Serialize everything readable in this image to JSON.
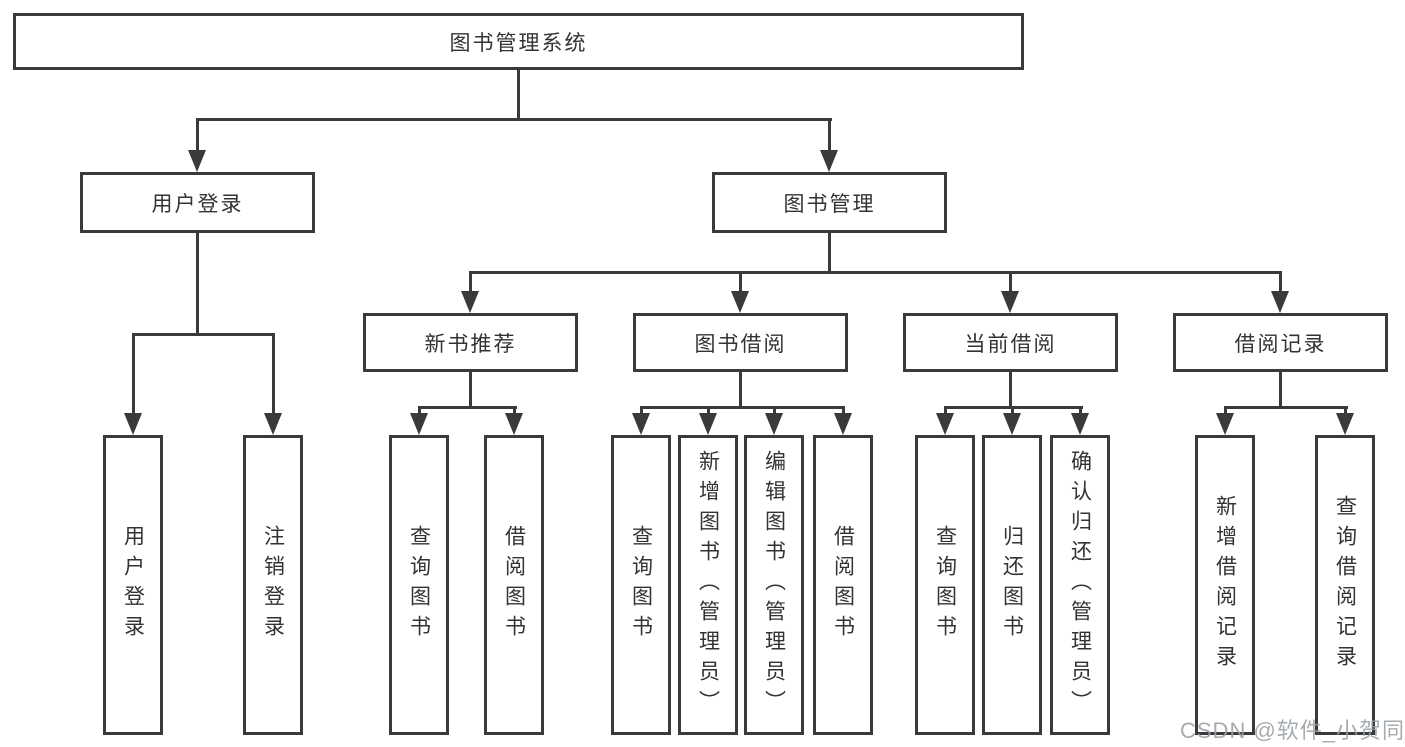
{
  "root": {
    "label": "图书管理系统"
  },
  "level1": {
    "user_login": {
      "label": "用户登录"
    },
    "book_management": {
      "label": "图书管理"
    }
  },
  "level2": {
    "new_book_recommend": {
      "label": "新书推荐"
    },
    "book_borrow": {
      "label": "图书借阅"
    },
    "current_borrow": {
      "label": "当前借阅"
    },
    "borrow_records": {
      "label": "借阅记录"
    }
  },
  "leaves": {
    "user_login_login": {
      "label": "用户登录"
    },
    "user_login_logout": {
      "label": "注销登录"
    },
    "recommend_query_books": {
      "label": "查询图书"
    },
    "recommend_borrow_books": {
      "label": "借阅图书"
    },
    "borrow_query_books": {
      "label": "查询图书"
    },
    "borrow_add_books": {
      "label": "新增图书（管理员）"
    },
    "borrow_edit_books": {
      "label": "编辑图书（管理员）"
    },
    "borrow_borrow_books": {
      "label": "借阅图书"
    },
    "current_query_books": {
      "label": "查询图书"
    },
    "current_return_books": {
      "label": "归还图书"
    },
    "current_confirm_return": {
      "label": "确认归还（管理员）"
    },
    "records_add_record": {
      "label": "新增借阅记录"
    },
    "records_query_record": {
      "label": "查询借阅记录"
    }
  },
  "watermark": {
    "text": "CSDN @软件_小贺同学"
  },
  "colors": {
    "line": "#3a3a3a",
    "text": "#333333",
    "watermark": "#9aa0a6",
    "background": "#ffffff"
  }
}
